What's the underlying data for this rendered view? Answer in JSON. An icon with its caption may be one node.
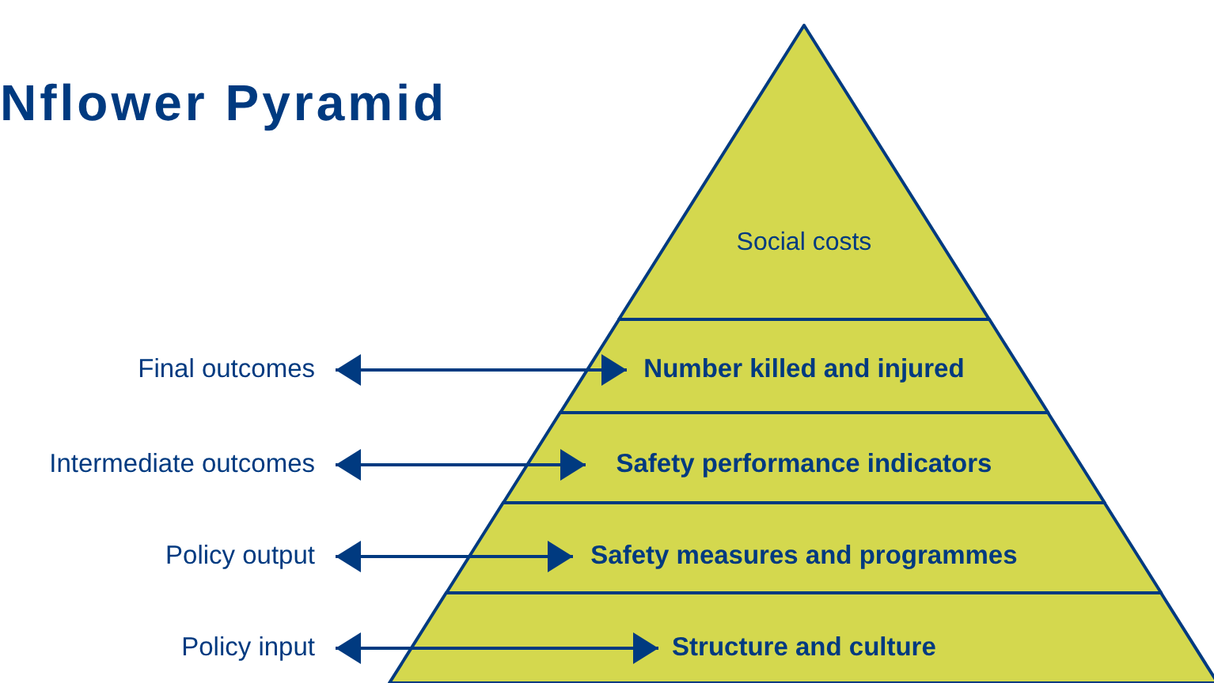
{
  "diagram": {
    "title": "Nflower Pyramid",
    "nodes": [
      {
        "text": [
          "Social costs"
        ]
      },
      {
        "text": [
          "Number killed and injured"
        ]
      },
      {
        "text": [
          "Safety performance indicators"
        ]
      },
      {
        "text": [
          "Safety measures and programmes"
        ]
      },
      {
        "text": [
          "Structure and culture"
        ]
      },
      {
        "text": [
          "Final outcomes"
        ]
      },
      {
        "text": [
          "Intermediate outcomes"
        ]
      },
      {
        "text": [
          "Policy output"
        ]
      },
      {
        "text": [
          "Policy input"
        ]
      }
    ],
    "edges": [
      {
        "from": 5,
        "to": 1,
        "arrow": "both"
      },
      {
        "from": 6,
        "to": 2,
        "arrow": "both"
      },
      {
        "from": 7,
        "to": 3,
        "arrow": "both"
      },
      {
        "from": 8,
        "to": 4,
        "arrow": "both"
      }
    ]
  }
}
